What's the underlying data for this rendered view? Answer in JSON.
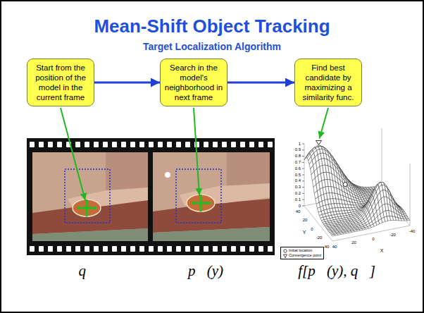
{
  "diagram": {
    "title": "Mean-Shift Object Tracking",
    "nodes": [
      {
        "text": [
          "Start from the position of the model in the current frame"
        ]
      },
      {
        "text": [
          "Search in the model's neighborhood in next frame"
        ]
      },
      {
        "text": [
          "Find best candidate by maximizing a similarity func."
        ]
      }
    ],
    "edges": [
      {
        "from": 0,
        "to": 1,
        "arrow": "to"
      },
      {
        "from": 1,
        "to": 2,
        "arrow": "to"
      }
    ],
    "labels": [
      "Target Localization Algorithm",
      "q⃗",
      "p⃗(y)",
      "f[p⃗(y), q⃗]",
      "1",
      "0.9",
      "0.8",
      "0.7",
      "0.6",
      "0.5",
      "0.4",
      "0.3",
      "0.2",
      "0.1",
      "0",
      "Y",
      "40",
      "20",
      "0",
      "-20",
      "-40",
      "X",
      "40",
      "20",
      "0",
      "-20",
      "-40"
    ],
    "legend": [
      {
        "text": "Initial location"
      },
      {
        "text": "Convergence point"
      }
    ]
  }
}
